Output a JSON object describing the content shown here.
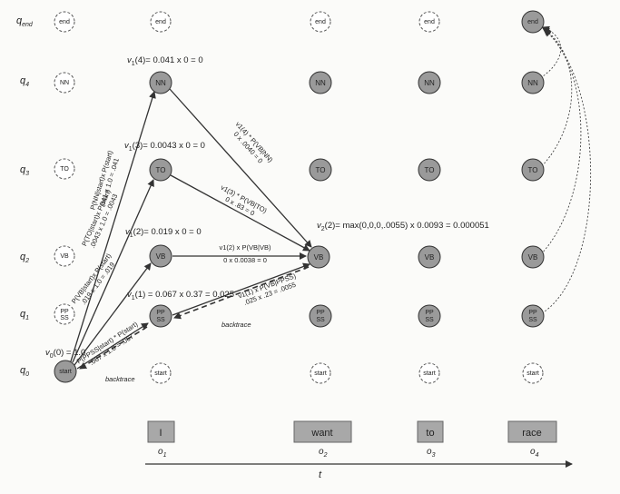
{
  "states": [
    {
      "id": "end",
      "label": "q",
      "sub": "end"
    },
    {
      "id": "q4",
      "label": "q",
      "sub": "4"
    },
    {
      "id": "q3",
      "label": "q",
      "sub": "3"
    },
    {
      "id": "q2",
      "label": "q",
      "sub": "2"
    },
    {
      "id": "q1",
      "label": "q",
      "sub": "1"
    },
    {
      "id": "q0",
      "label": "q",
      "sub": "0"
    }
  ],
  "node_labels": {
    "end": "end",
    "NN": "NN",
    "TO": "TO",
    "VB": "VB",
    "PP": "PP",
    "SS": "SS",
    "start": "start"
  },
  "words": [
    {
      "text": "I",
      "obs": "o",
      "sub": "1"
    },
    {
      "text": "want",
      "obs": "o",
      "sub": "2"
    },
    {
      "text": "to",
      "obs": "o",
      "sub": "3"
    },
    {
      "text": "race",
      "obs": "o",
      "sub": "4"
    }
  ],
  "time_label": "t",
  "annotations": {
    "v1_4": {
      "pre": "v",
      "sub": "1",
      "post": "(4)= 0.041 x 0 = 0"
    },
    "v1_3": {
      "pre": "v",
      "sub": "1",
      "post": "(3)= 0.0043 x 0 = 0"
    },
    "v1_2": {
      "pre": "v",
      "sub": "1",
      "post": "(2)= 0.019 x 0 = 0"
    },
    "v1_1": {
      "pre": "v",
      "sub": "1",
      "post": "(1) = 0.067 x 0.37 = 0.025"
    },
    "v0_0": {
      "pre": "v",
      "sub": "0",
      "post": "(0) = 1.0"
    },
    "v2_2": {
      "pre": "v",
      "sub": "2",
      "post": "(2)= max(0,0,0,.0055) x 0.0093 = 0.000051"
    }
  },
  "edge_labels": {
    "nn_start_l1": "P(NN|start)x P(start)",
    "nn_start_l2": ".041 x 1.0 = .041",
    "to_start_l1": "P(TO|start)x P(start)",
    "to_start_l2": ".0043 x 1.0 = .0043",
    "vb_start_l1": "P(VB|start)x P(start)",
    "vb_start_l2": ".019 x 1.0 = .019",
    "pp_start_l1": "P(PPSS|start) * P(start)",
    "pp_start_l2": ".067 x 1.0 = .067",
    "nn_vb_l1": "v1(4) * P(VB|NN)",
    "nn_vb_l2": "0 x .0040 = 0",
    "to_vb_l1": "v1(3) * P(VB|TO)",
    "to_vb_l2": "0 x .83 = 0",
    "vb_vb_l1": "v1(2) x P(VB|VB)",
    "vb_vb_l2": "0 x 0.0038 = 0",
    "pp_vb_l1": "v1(1) x P(VB|PPSS)",
    "pp_vb_l2": ".025 x .23 = .0055",
    "backtrace1": "backtrace",
    "backtrace2": "backtrace"
  }
}
